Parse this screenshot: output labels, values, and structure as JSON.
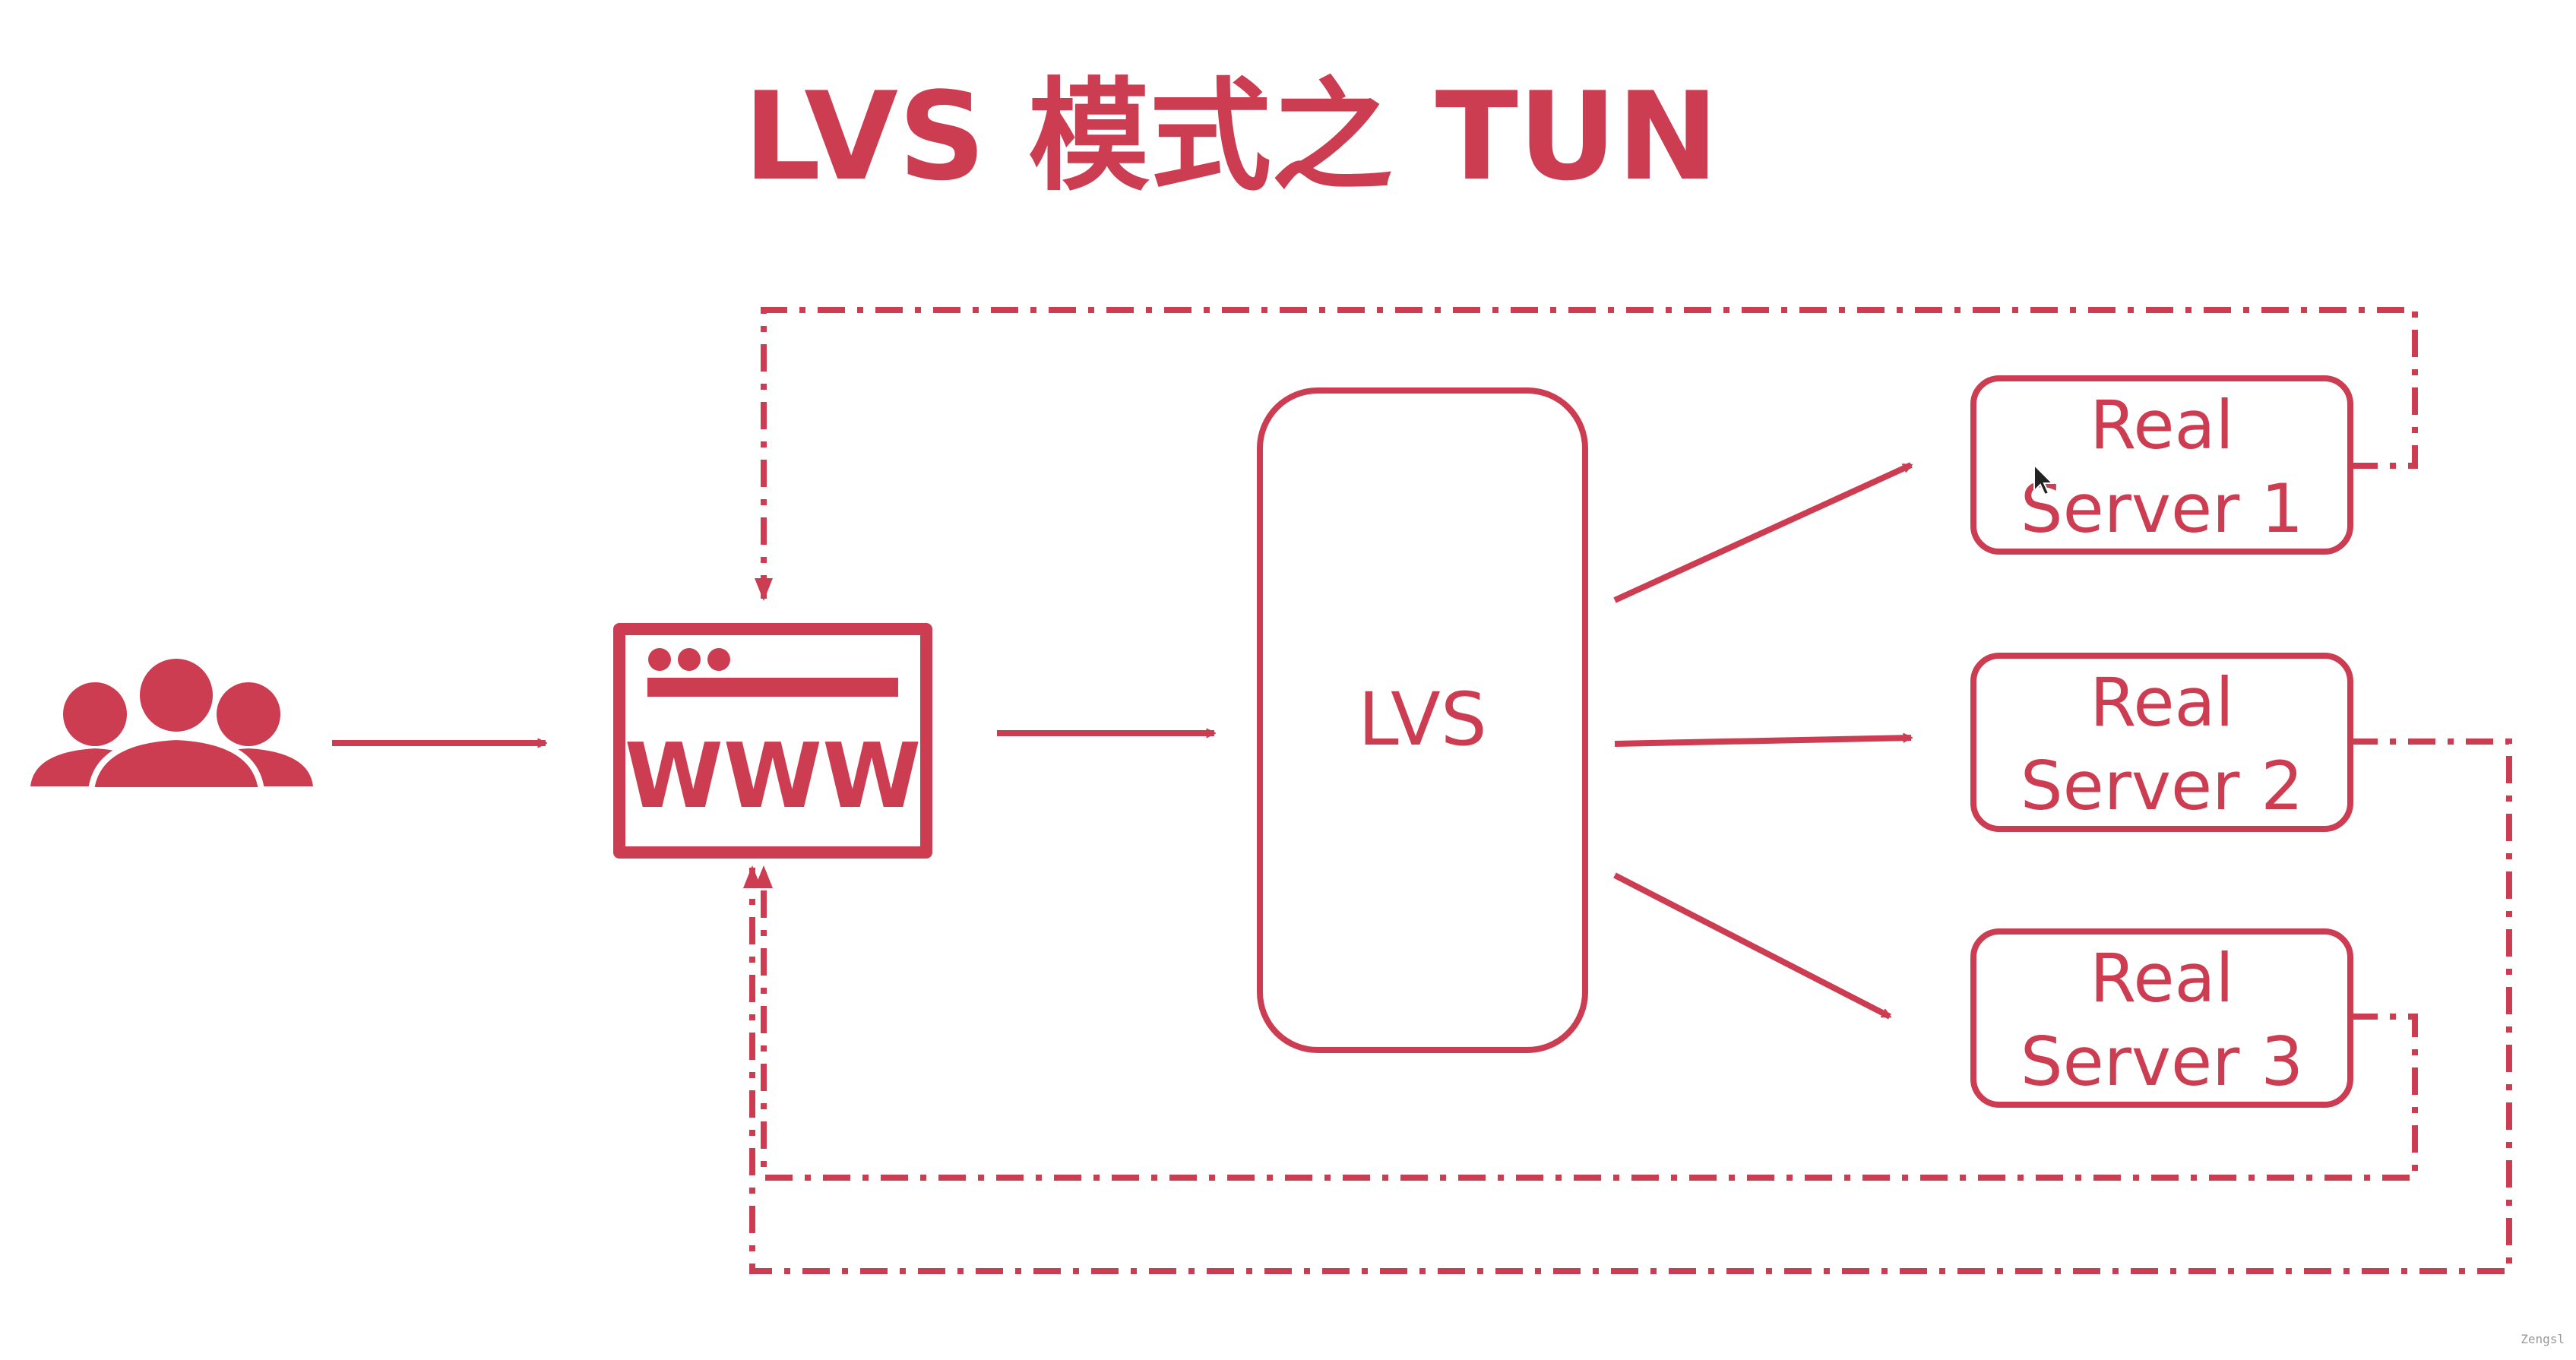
{
  "title": "LVS 模式之 TUN",
  "colors": {
    "accent": "#cc3d52",
    "background": "#ffffff",
    "watermark": "#999999"
  },
  "nodes": {
    "users": {
      "icon": "users-icon"
    },
    "web": {
      "icon": "browser-window-icon",
      "label": "WWW"
    },
    "lvs": {
      "label": "LVS"
    },
    "servers": [
      {
        "line1": "Real",
        "line2": "Server 1"
      },
      {
        "line1": "Real",
        "line2": "Server 2"
      },
      {
        "line1": "Real",
        "line2": "Server 3"
      }
    ]
  },
  "watermark": "Zengsl"
}
